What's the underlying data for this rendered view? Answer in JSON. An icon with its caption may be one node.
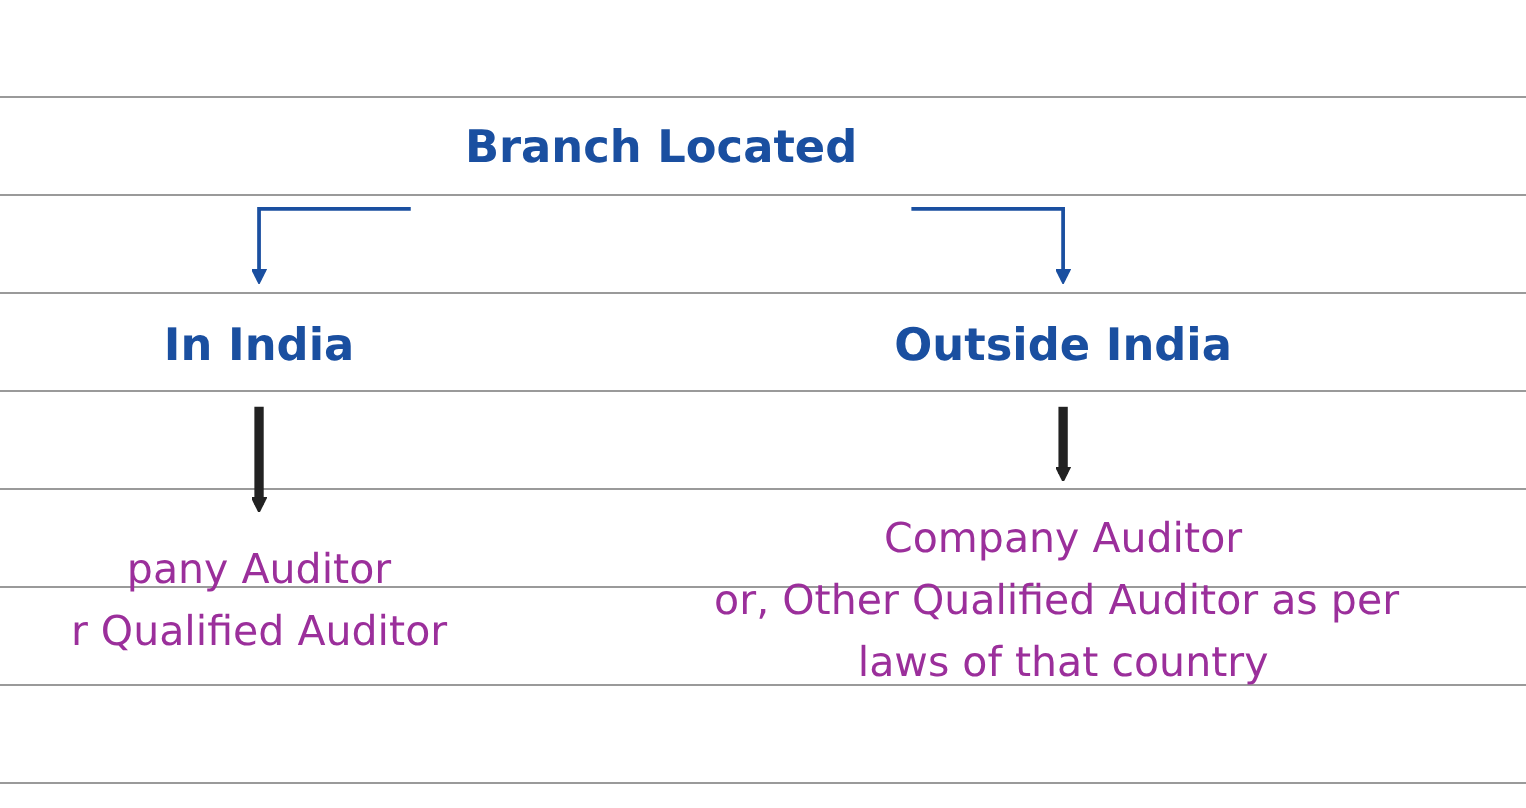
{
  "diagram": {
    "nodes": [
      {
        "text": [
          "Branch Located"
        ]
      },
      {
        "text": [
          "In India"
        ]
      },
      {
        "text": [
          "Outside India"
        ]
      },
      {
        "text": [
          "pany Auditor",
          "r Qualified Auditor"
        ]
      },
      {
        "text": [
          "Company Auditor",
          "or, Other Qualified Auditor as per laws of that country"
        ]
      }
    ],
    "edges": [
      {
        "from": 0,
        "to": 1,
        "arrow": "to",
        "color": "#1a4fa0"
      },
      {
        "from": 0,
        "to": 2,
        "arrow": "to",
        "color": "#1a4fa0"
      },
      {
        "from": 1,
        "to": 3,
        "arrow": "to",
        "style": "thick",
        "color": "#222222"
      },
      {
        "from": 2,
        "to": 4,
        "arrow": "to",
        "style": "thick",
        "color": "#222222"
      }
    ]
  }
}
